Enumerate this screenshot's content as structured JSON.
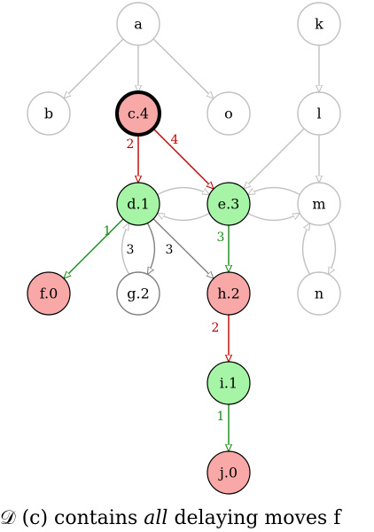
{
  "colors": {
    "light_gray": "#c0c0c0",
    "dark_gray": "#808080",
    "red": "#c00000",
    "green": "#1a8a1a",
    "node_red_fill": "#f9a8a8",
    "node_green_fill": "#a6f5a6",
    "node_white_fill": "#ffffff"
  },
  "nodes": [
    {
      "id": "a",
      "label": "a",
      "style": "inactive"
    },
    {
      "id": "b",
      "label": "b",
      "style": "inactive"
    },
    {
      "id": "c",
      "label": "c.4",
      "style": "red-start"
    },
    {
      "id": "o",
      "label": "o",
      "style": "inactive"
    },
    {
      "id": "k",
      "label": "k",
      "style": "inactive"
    },
    {
      "id": "l",
      "label": "l",
      "style": "inactive"
    },
    {
      "id": "d",
      "label": "d.1",
      "style": "green"
    },
    {
      "id": "e",
      "label": "e.3",
      "style": "green"
    },
    {
      "id": "m",
      "label": "m",
      "style": "inactive"
    },
    {
      "id": "f",
      "label": "f.0",
      "style": "red"
    },
    {
      "id": "g",
      "label": "g.2",
      "style": "white"
    },
    {
      "id": "h",
      "label": "h.2",
      "style": "red"
    },
    {
      "id": "n",
      "label": "n",
      "style": "inactive"
    },
    {
      "id": "i",
      "label": "i.1",
      "style": "green"
    },
    {
      "id": "j",
      "label": "j.0",
      "style": "red"
    }
  ],
  "edges": [
    {
      "from": "a",
      "to": "b",
      "color": "light_gray"
    },
    {
      "from": "a",
      "to": "c",
      "color": "light_gray"
    },
    {
      "from": "a",
      "to": "o",
      "color": "light_gray"
    },
    {
      "from": "k",
      "to": "l",
      "color": "light_gray"
    },
    {
      "from": "l",
      "to": "e",
      "color": "light_gray"
    },
    {
      "from": "l",
      "to": "m",
      "color": "light_gray"
    },
    {
      "from": "c",
      "to": "d",
      "color": "red",
      "label": "2"
    },
    {
      "from": "c",
      "to": "e",
      "color": "red",
      "label": "4"
    },
    {
      "from": "d",
      "to": "e",
      "color": "light_gray",
      "curve": "upper"
    },
    {
      "from": "e",
      "to": "d",
      "color": "light_gray",
      "curve": "lower"
    },
    {
      "from": "e",
      "to": "m",
      "color": "light_gray",
      "curve": "lower"
    },
    {
      "from": "m",
      "to": "e",
      "color": "light_gray",
      "curve": "upper"
    },
    {
      "from": "m",
      "to": "n",
      "color": "light_gray",
      "curve": "left"
    },
    {
      "from": "n",
      "to": "m",
      "color": "light_gray",
      "curve": "right"
    },
    {
      "from": "d",
      "to": "f",
      "color": "green",
      "label": "1"
    },
    {
      "from": "d",
      "to": "g",
      "color": "dark_gray",
      "label": "3",
      "curve": "left"
    },
    {
      "from": "g",
      "to": "d",
      "color": "light_gray",
      "curve": "right"
    },
    {
      "from": "d",
      "to": "h",
      "color": "dark_gray",
      "label": "3"
    },
    {
      "from": "e",
      "to": "h",
      "color": "green",
      "label": "3"
    },
    {
      "from": "h",
      "to": "i",
      "color": "red",
      "label": "2"
    },
    {
      "from": "i",
      "to": "j",
      "color": "green",
      "label": "1"
    }
  ],
  "caption": {
    "prefix": "𝒟",
    "mid": "(c) contains",
    "emph": "all",
    "suffix": "delaying moves f"
  }
}
